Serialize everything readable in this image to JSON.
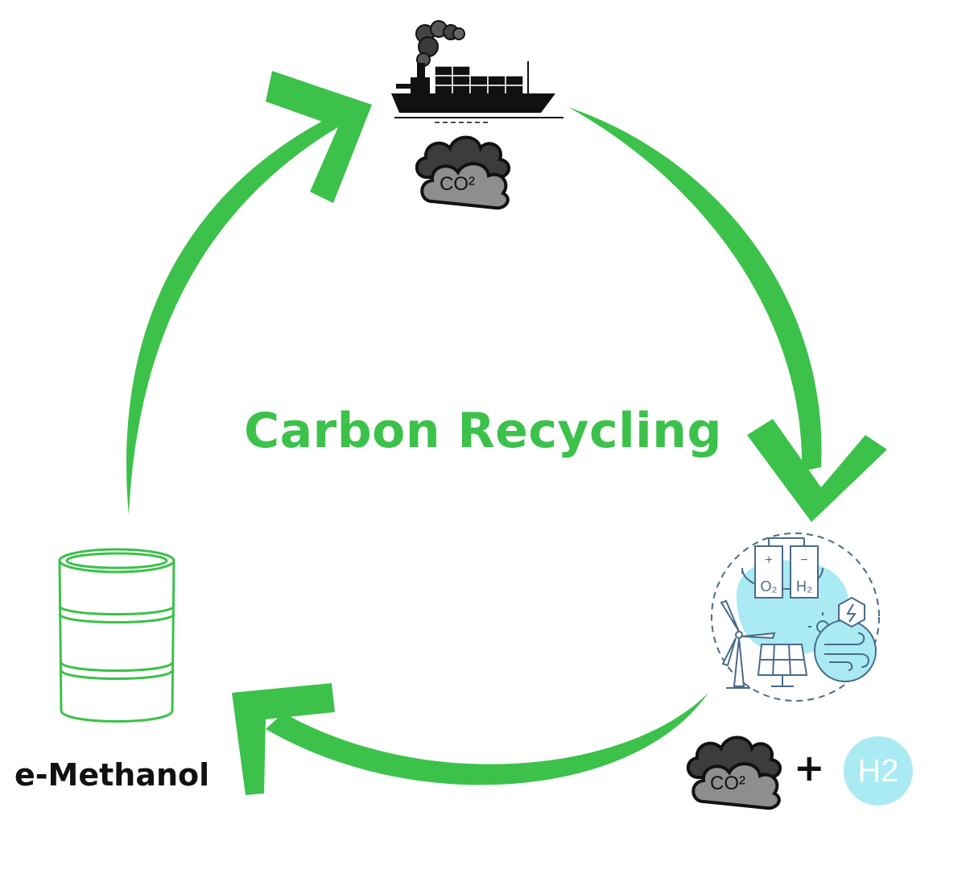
{
  "title": "Carbon Recycling",
  "nodes": {
    "ship": {
      "icon": "cargo-ship-icon",
      "emission_label": "CO²"
    },
    "electrolysis": {
      "icon": "electrolysis-renewables-icon",
      "anode_label": "O₂",
      "cathode_label": "H₂",
      "plus_sign": "+",
      "minus_sign": "−"
    },
    "inputs": {
      "co2_label": "CO²",
      "plus": "+",
      "h2_label": "H2"
    },
    "methanol": {
      "icon": "barrel-icon",
      "label": "e-Methanol"
    }
  },
  "colors": {
    "accent": "#3cc14a",
    "smoke_dark": "#3c3c3c",
    "smoke_mid": "#6b6b6b",
    "smoke_light": "#9a9a9a",
    "line_blue": "#4a6a8a",
    "light_blue": "#a9eaf3",
    "text": "#111111"
  }
}
